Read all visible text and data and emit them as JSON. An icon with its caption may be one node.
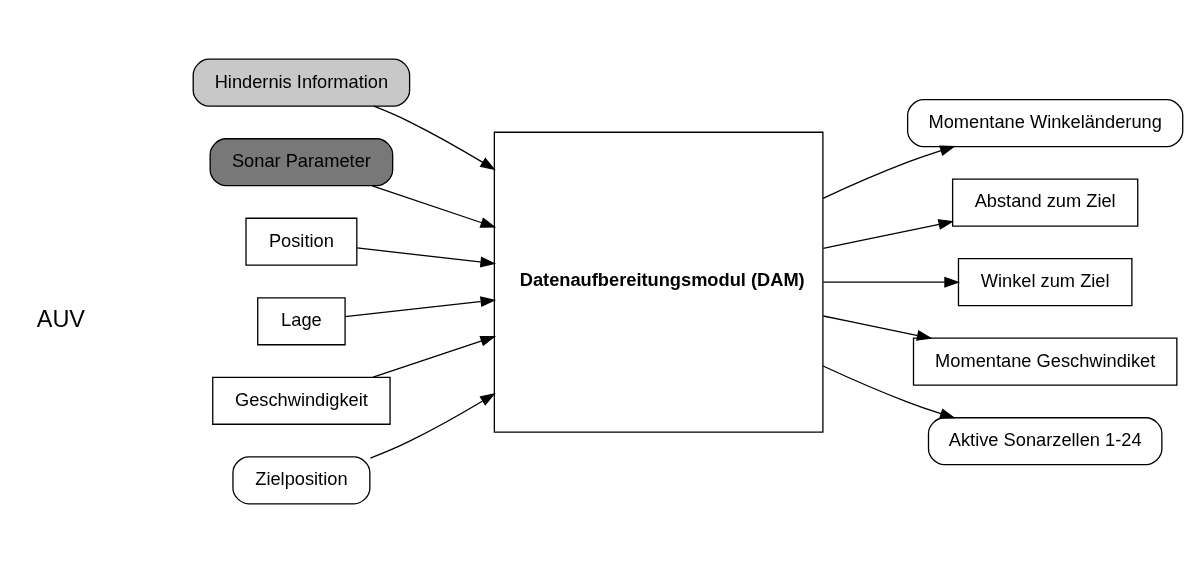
{
  "diagram": {
    "nodes": [
      {
        "text": [
          "Hindernis Information"
        ]
      },
      {
        "text": [
          "Sonar Parameter"
        ]
      },
      {
        "text": [
          "Position"
        ]
      },
      {
        "text": [
          "Lage"
        ]
      },
      {
        "text": [
          "Geschwindigkeit"
        ]
      },
      {
        "text": [
          "Zielposition"
        ]
      },
      {
        "text": [
          "Datenaufbereitungsmodul (DAM)"
        ]
      },
      {
        "text": [
          "Momentane Winkeländerung"
        ]
      },
      {
        "text": [
          "Abstand zum Ziel"
        ]
      },
      {
        "text": [
          "Winkel zum Ziel"
        ]
      },
      {
        "text": [
          "Momentane Geschwindiket"
        ]
      },
      {
        "text": [
          "Aktive Sonarzellen 1-24"
        ]
      }
    ],
    "edges": [
      {
        "from": 0,
        "to": 6,
        "arrow": "to"
      },
      {
        "from": 1,
        "to": 6,
        "arrow": "to"
      },
      {
        "from": 2,
        "to": 6,
        "arrow": "to"
      },
      {
        "from": 3,
        "to": 6,
        "arrow": "to"
      },
      {
        "from": 4,
        "to": 6,
        "arrow": "to"
      },
      {
        "from": 5,
        "to": 6,
        "arrow": "to"
      },
      {
        "from": 6,
        "to": 7,
        "arrow": "to"
      },
      {
        "from": 6,
        "to": 8,
        "arrow": "to"
      },
      {
        "from": 6,
        "to": 9,
        "arrow": "to"
      },
      {
        "from": 6,
        "to": 10,
        "arrow": "to"
      },
      {
        "from": 6,
        "to": 11,
        "arrow": "to"
      }
    ],
    "labels": [
      "AUV"
    ]
  }
}
